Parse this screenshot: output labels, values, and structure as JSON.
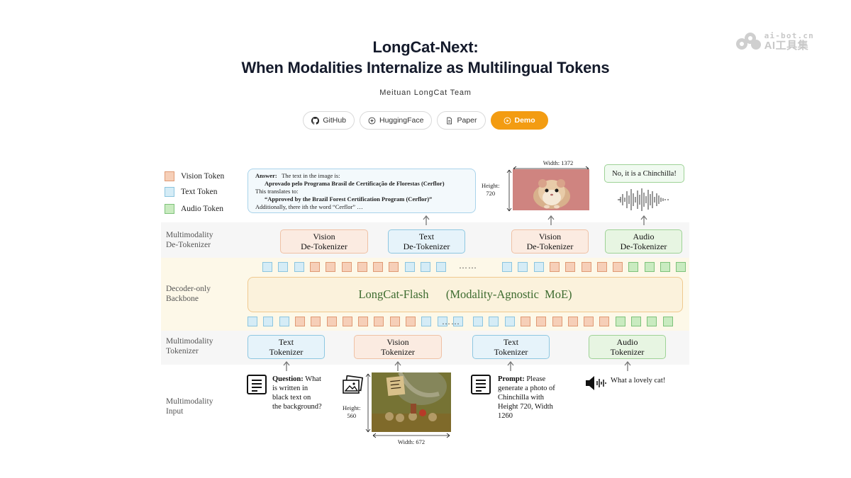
{
  "header": {
    "title_line1": "LongCat-Next:",
    "title_line2": "When Modalities Internalize as Multilingual Tokens",
    "subtitle": "Meituan LongCat Team"
  },
  "buttons": {
    "github": "GitHub",
    "huggingface": "HuggingFace",
    "paper": "Paper",
    "demo": "Demo"
  },
  "watermark": {
    "top": "ai-bot.cn",
    "bottom": "AI工具集"
  },
  "diagram": {
    "legend": {
      "vision": "Vision Token",
      "text": "Text Token",
      "audio": "Audio Token"
    },
    "bands": {
      "detokenizer": [
        "Multimodality",
        "De-Tokenizer"
      ],
      "backbone": [
        "Decoder-only",
        "Backbone"
      ],
      "tokenizer": [
        "Multimodality",
        "Tokenizer"
      ],
      "input": [
        "Multimodality",
        "Input"
      ]
    },
    "output": {
      "answer_label": "Answer:",
      "answer_intro": "The text in the image is:",
      "answer_pt": "Aprovado pelo Programa Brasil de Certificação de Florestas (Cerflor)",
      "answer_translate": "This translates to:",
      "answer_en": "“Approved by the Brazil Forest Certification Program (Cerflor)”",
      "answer_extra": "Additionally, there ith the word “Cerflor” …",
      "img_width": "Width: 1372",
      "img_height_label": "Height:",
      "img_height_val": "720",
      "chin_answer": "No, it is a Chinchilla!"
    },
    "detokenizers": [
      {
        "l1": "Vision",
        "l2": "De-Tokenizer"
      },
      {
        "l1": "Text",
        "l2": "De-Tokenizer"
      },
      {
        "l1": "Vision",
        "l2": "De-Tokenizer"
      },
      {
        "l1": "Audio",
        "l2": "De-Tokenizer"
      }
    ],
    "backbone": {
      "name": "LongCat-Flash",
      "desc": "(Modality-Agnostic MoE)"
    },
    "ellipsis": "……",
    "tokenizers": [
      {
        "l1": "Text",
        "l2": "Tokenizer"
      },
      {
        "l1": "Vision",
        "l2": "Tokenizer"
      },
      {
        "l1": "Text",
        "l2": "Tokenizer"
      },
      {
        "l1": "Audio",
        "l2": "Tokenizer"
      }
    ],
    "inputs": {
      "question_label": "Question:",
      "question_rest1": " What",
      "question_rest2": "is written in",
      "question_rest3": "black text on",
      "question_rest4": "the background?",
      "img_height_label": "Height:",
      "img_height_val": "560",
      "img_width": "Width: 672",
      "prompt_label": "Prompt:",
      "prompt_rest1": " Please",
      "prompt_rest2": "generate a photo of",
      "prompt_rest3": "Chinchilla with",
      "prompt_rest4": "Height 720, Width",
      "prompt_rest5": "1260",
      "audio_text": "What a lovely cat!"
    }
  },
  "colors": {
    "vision_fill": "#f6cfb8",
    "text_fill": "#d5ecf6",
    "audio_fill": "#c9ebc0",
    "demo_button": "#f39c12",
    "backbone_text": "#3d6b2f"
  }
}
